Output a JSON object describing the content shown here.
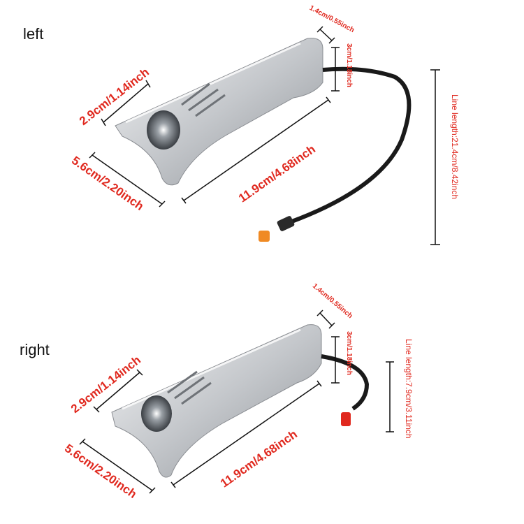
{
  "left": {
    "label": "left",
    "dims": {
      "width": "2.9cm/1.14inch",
      "base": "5.6cm/2.20inch",
      "length": "11.9cm/4.68inch",
      "tip": "1.4cm/0.55inch",
      "height": "3cm/1.18inch",
      "line": "Line length:21.4cm/8.42inch"
    }
  },
  "right": {
    "label": "right",
    "dims": {
      "width": "2.9cm/1.14inch",
      "base": "5.6cm/2.20inch",
      "length": "11.9cm/4.68inch",
      "tip": "1.4cm/0.55inch",
      "height": "3cm/1.18inch",
      "line": "Line length:7.9cm/3.11inch"
    }
  },
  "colors": {
    "dimension_text": "#e0281e",
    "housing": "#c9ccd0",
    "cable": "#1a1a1a",
    "connector_left": "#f08a24",
    "connector_right": "#e0281e"
  }
}
